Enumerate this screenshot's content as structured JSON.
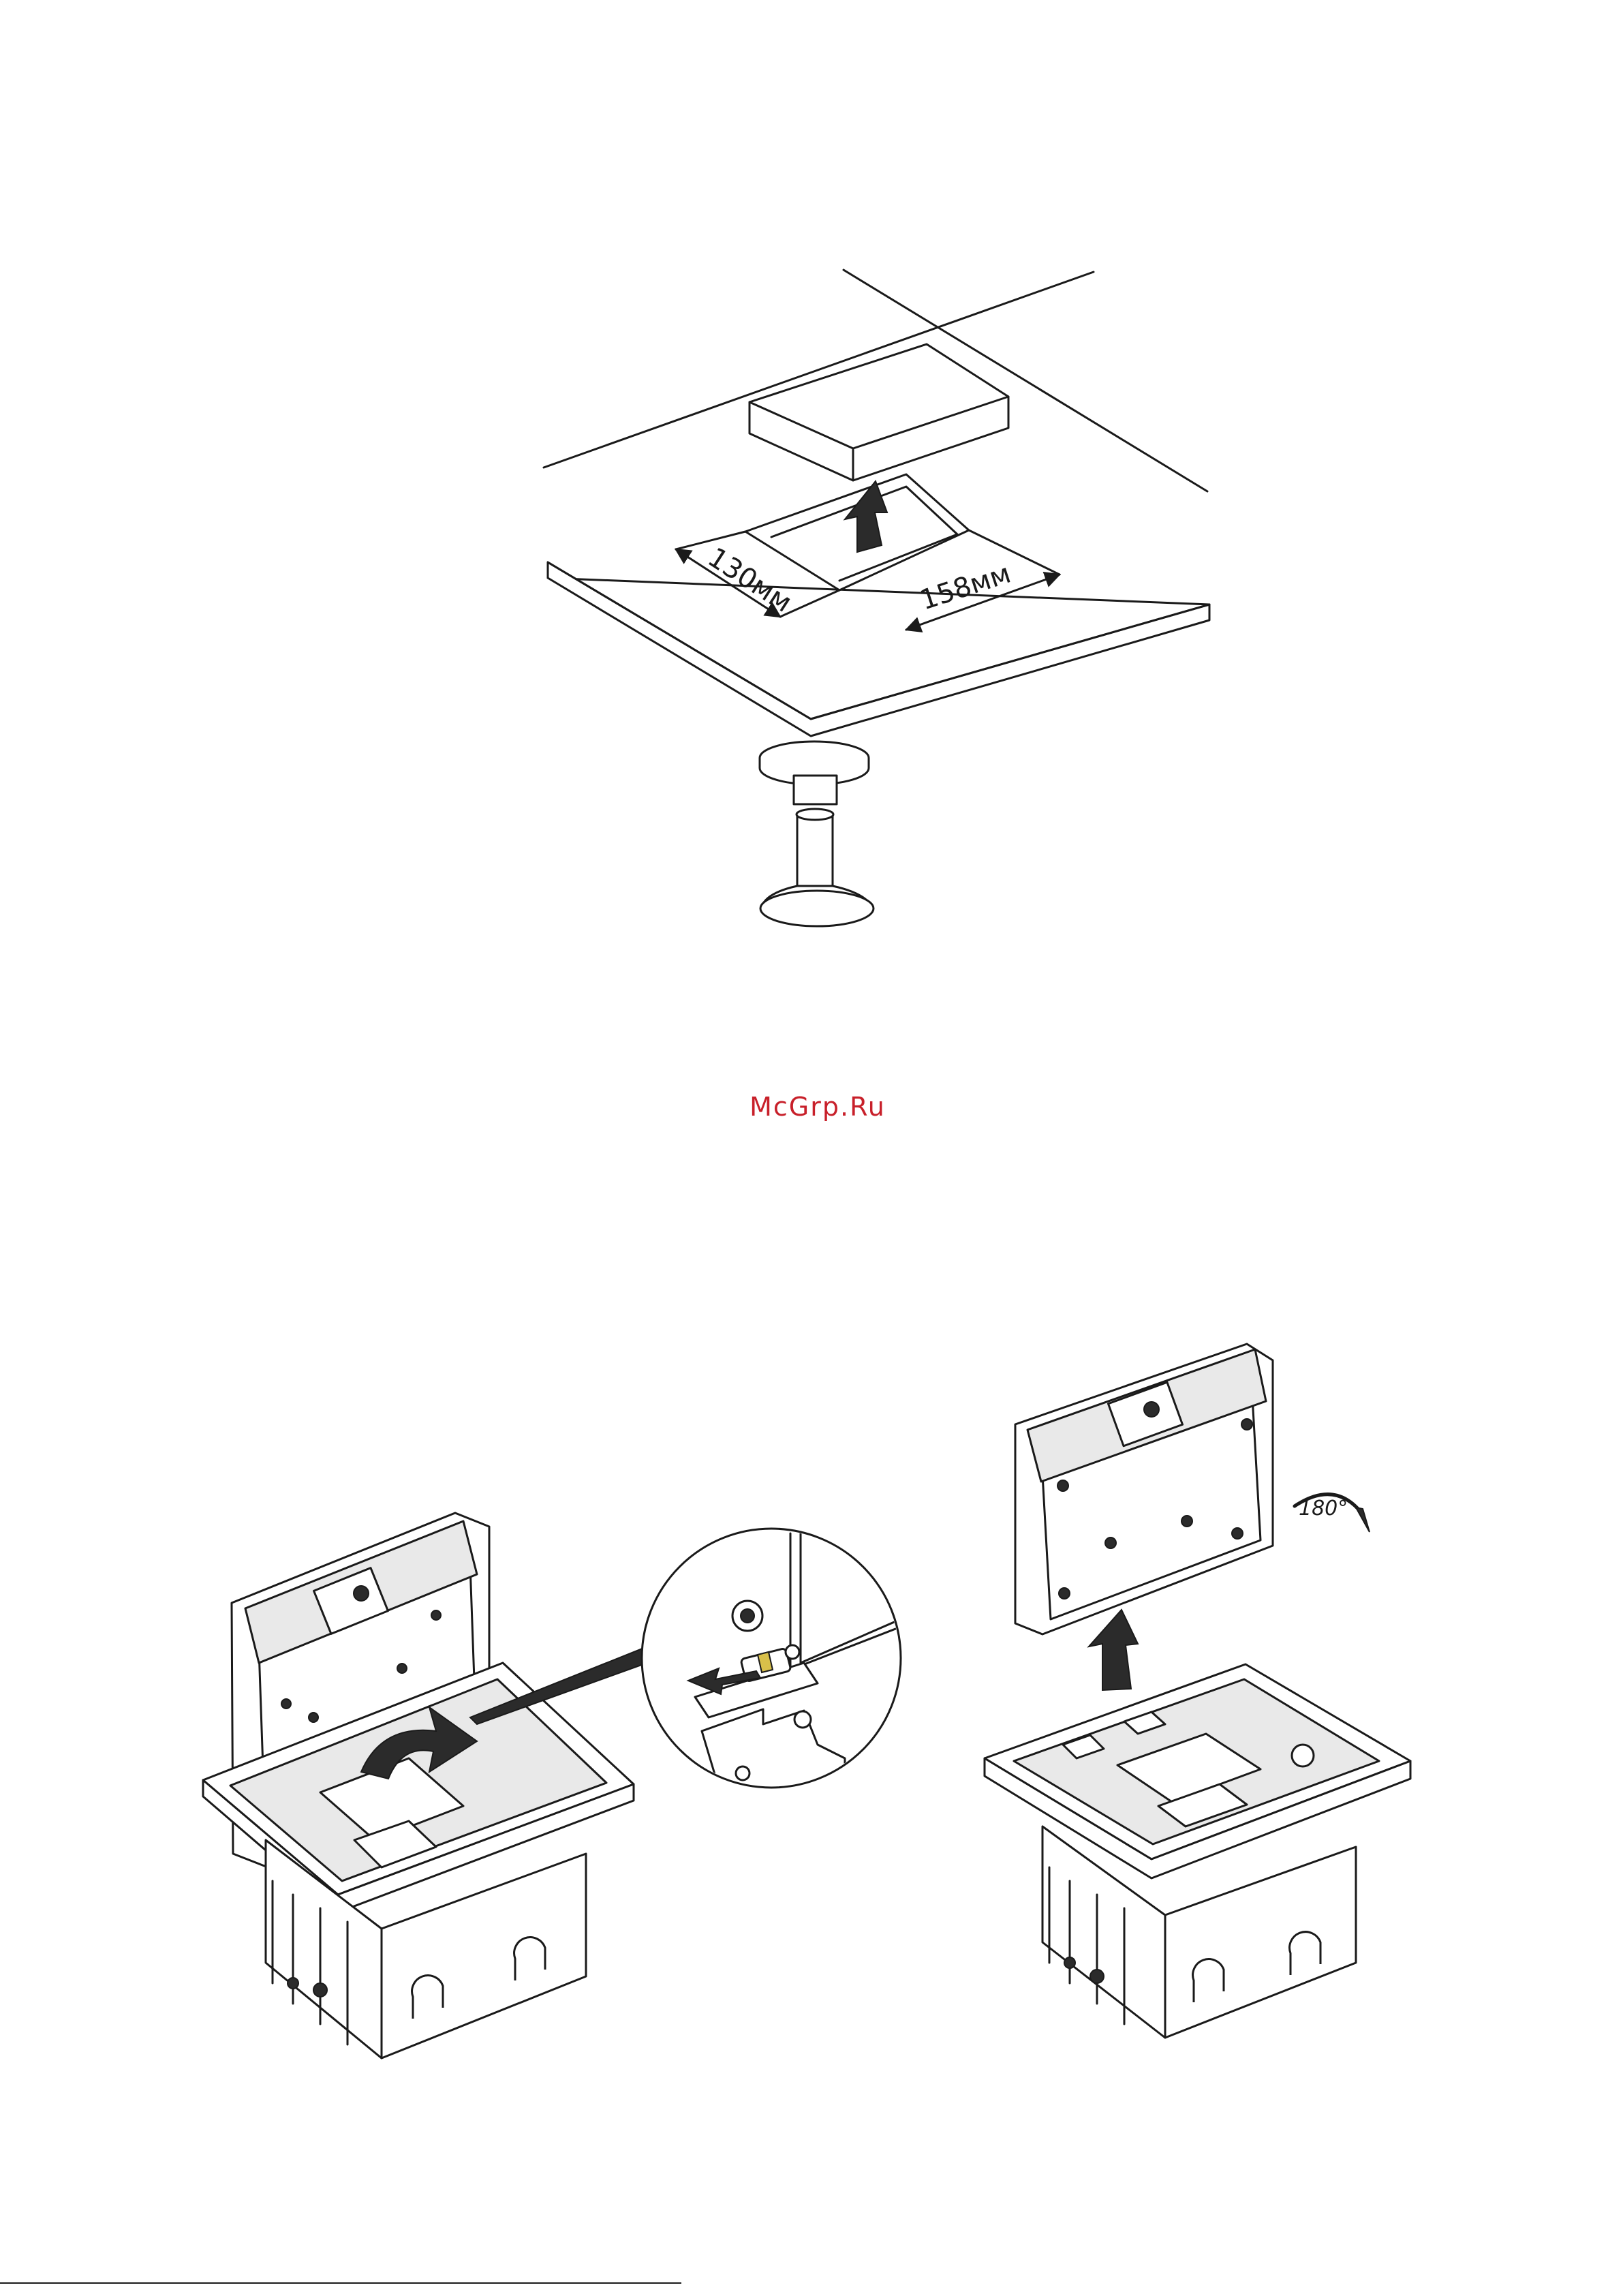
{
  "figure_top": {
    "dimension_width": "130мм",
    "dimension_length": "158мм"
  },
  "watermark": {
    "text": "McGrp.Ru",
    "color": "#c8202a"
  },
  "figure_bottom": {
    "rotation_label": "180°"
  },
  "colors": {
    "line": "#1a1a1a",
    "fill_light": "#e9e9e9",
    "fill_dark": "#2b2b2b",
    "spring_accent": "#d9c04a"
  }
}
